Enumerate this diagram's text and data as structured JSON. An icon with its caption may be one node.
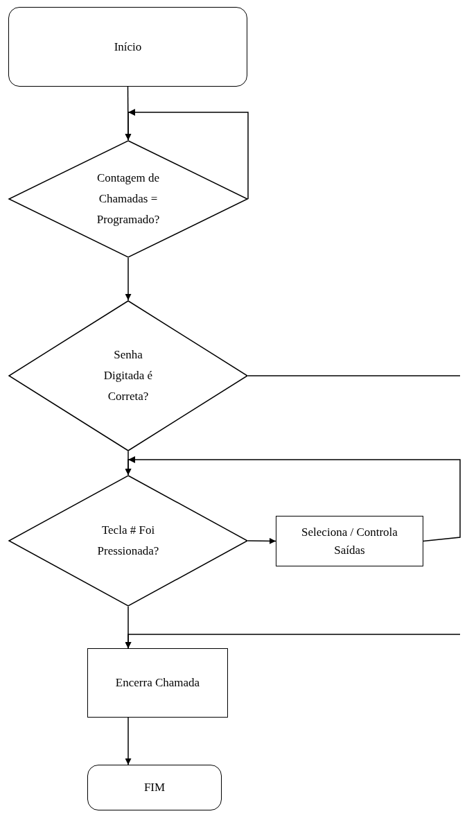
{
  "diagram": {
    "nodes": [
      {
        "text": [
          "Início"
        ]
      },
      {
        "text": [
          "Contagem de Chamadas = Programado?"
        ]
      },
      {
        "text": [
          "Senha Digitada é Correta?"
        ]
      },
      {
        "text": [
          "Tecla # Foi Pressionada?"
        ]
      },
      {
        "text": [
          "Seleciona / Controla Saídas"
        ]
      },
      {
        "text": [
          "Encerra Chamada"
        ]
      },
      {
        "text": [
          "FIM"
        ]
      }
    ],
    "edges": [
      {
        "from": 0,
        "to": 1,
        "arrow": "to"
      },
      {
        "from": 1,
        "to": 1,
        "arrow": "to"
      },
      {
        "from": 1,
        "to": 2,
        "arrow": "to"
      },
      {
        "from": 2,
        "to": null,
        "arrow": "none"
      },
      {
        "from": 2,
        "to": 3,
        "arrow": "to"
      },
      {
        "from": 3,
        "to": 4,
        "arrow": "to"
      },
      {
        "from": 4,
        "to": 3,
        "arrow": "to"
      },
      {
        "from": null,
        "to": 5,
        "arrow": "to"
      },
      {
        "from": 3,
        "to": 5,
        "arrow": "to"
      },
      {
        "from": 5,
        "to": 6,
        "arrow": "to"
      }
    ]
  }
}
